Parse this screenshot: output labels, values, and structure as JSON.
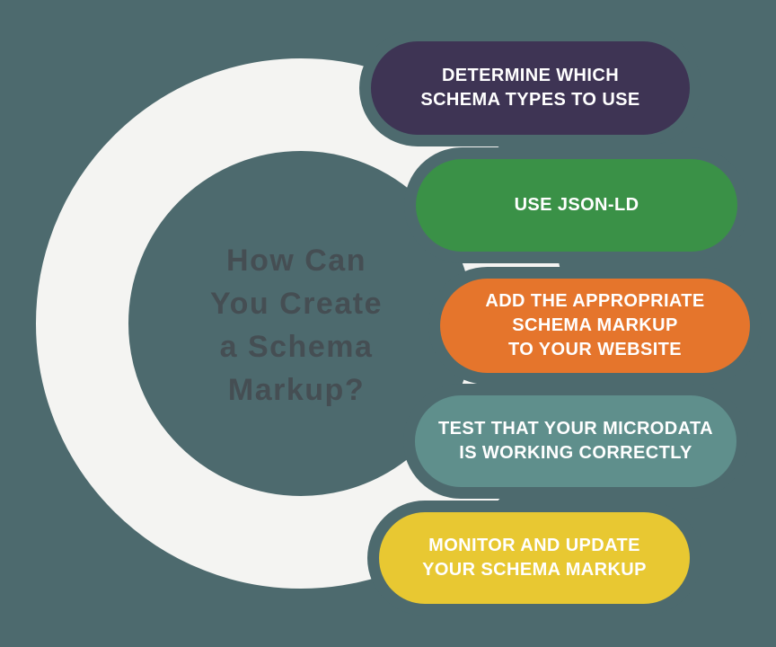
{
  "background_color": "#4d6a6e",
  "ring": {
    "color": "#f4f4f2"
  },
  "title": {
    "lines": [
      "How Can",
      "You Create",
      "a Schema",
      "Markup?"
    ],
    "color": "#454e53"
  },
  "steps": [
    {
      "name": "determine-schema-types",
      "color": "#3e3454",
      "text_color": "#ffffff",
      "lines": [
        "DETERMINE WHICH",
        "SCHEMA TYPES TO USE"
      ]
    },
    {
      "name": "use-json-ld",
      "color": "#3a9147",
      "text_color": "#ffffff",
      "lines": [
        "USE JSON-LD"
      ]
    },
    {
      "name": "add-schema-markup",
      "color": "#e5752c",
      "text_color": "#ffffff",
      "lines": [
        "ADD THE APPROPRIATE",
        "SCHEMA MARKUP",
        "TO YOUR WEBSITE"
      ]
    },
    {
      "name": "test-microdata",
      "color": "#5f8f8c",
      "text_color": "#ffffff",
      "lines": [
        "TEST THAT YOUR MICRODATA",
        "IS WORKING CORRECTLY"
      ]
    },
    {
      "name": "monitor-update-markup",
      "color": "#e8c832",
      "text_color": "#ffffff",
      "lines": [
        "MONITOR AND UPDATE",
        "YOUR SCHEMA MARKUP"
      ]
    }
  ]
}
